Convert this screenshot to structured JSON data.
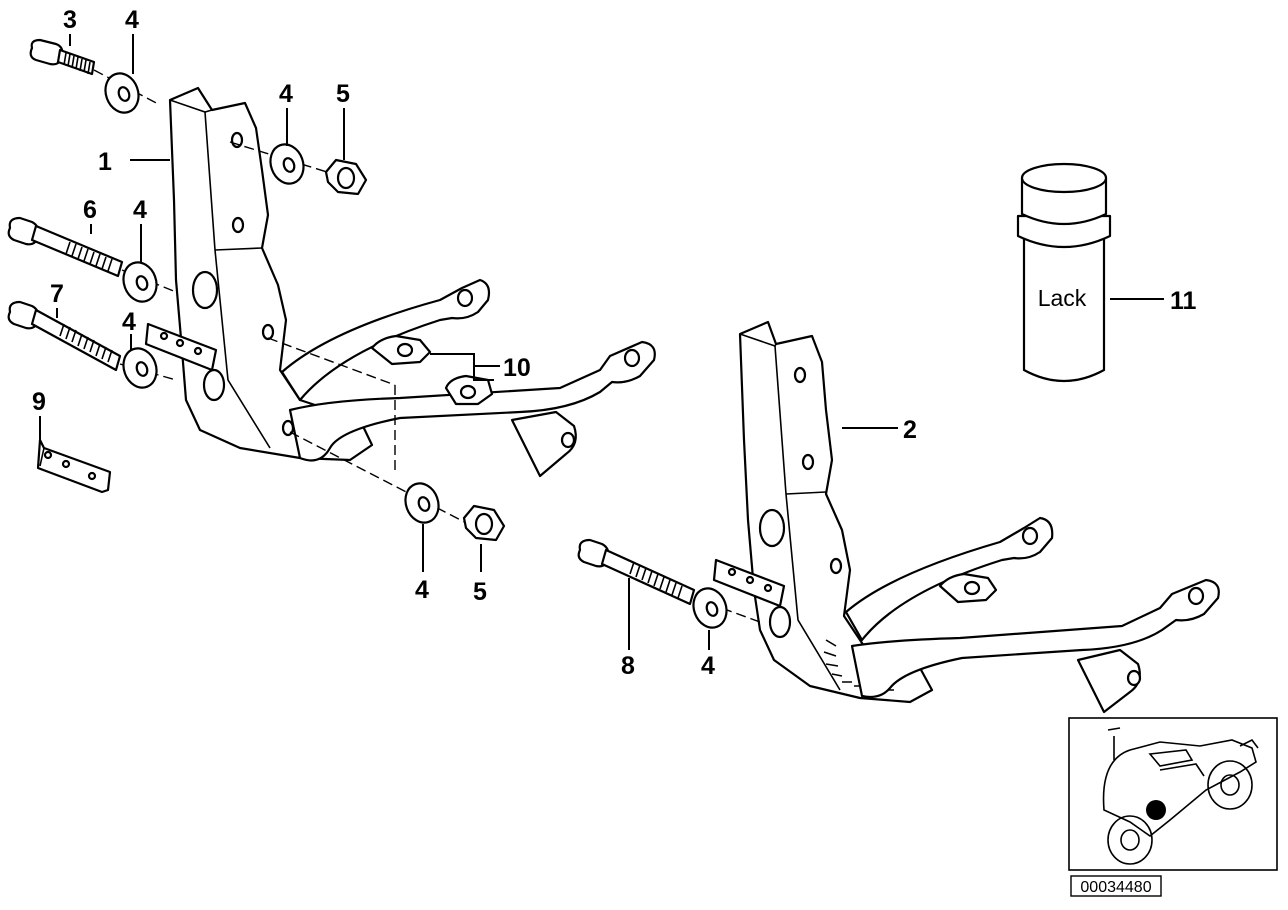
{
  "labels": {
    "n1": "1",
    "n2": "2",
    "n3": "3",
    "n4a": "4",
    "n4b": "4",
    "n4c": "4",
    "n4d": "4",
    "n4e": "4",
    "n4f": "4",
    "n5a": "5",
    "n5b": "5",
    "n6": "6",
    "n7": "7",
    "n8": "8",
    "n9": "9",
    "n10": "10",
    "n11": "11"
  },
  "can_text": "Lack",
  "diagram_code": "00034480"
}
